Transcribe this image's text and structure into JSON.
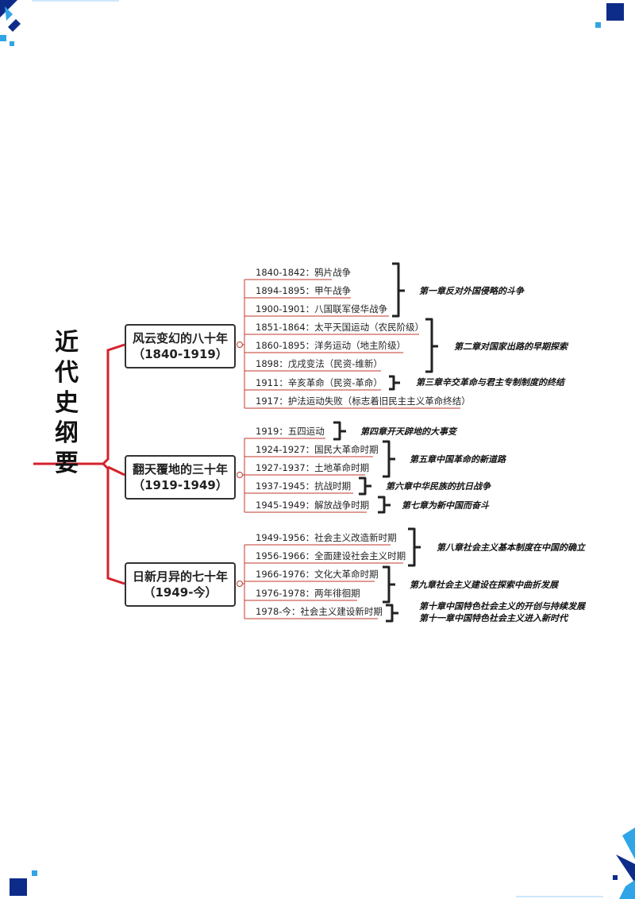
{
  "colors": {
    "accent": "#d6212b",
    "brand_dark": "#0d2c8a",
    "brand_light": "#2fa4e7"
  },
  "title": [
    "近",
    "代",
    "史",
    "纲",
    "要"
  ],
  "periods": [
    {
      "line1": "风云变幻的八十年",
      "line2": "（1840-1919）"
    },
    {
      "line1": "翻天覆地的三十年",
      "line2": "（1919-1949）"
    },
    {
      "line1": "日新月异的七十年",
      "line2": "（1949-今）"
    }
  ],
  "events": [
    "1840-1842：鸦片战争",
    "1894-1895：甲午战争",
    "1900-1901：八国联军侵华战争",
    "1851-1864：太平天国运动（农民阶级）",
    "1860-1895：洋务运动（地主阶级）",
    "1898：戊戌变法（民资-维新）",
    "1911：辛亥革命（民资-革命）",
    "1917：护法运动失败（标志着旧民主主义革命终结）",
    "1919：五四运动",
    "1924-1927：国民大革命时期",
    "1927-1937：土地革命时期",
    "1937-1945：抗战时期",
    "1945-1949：解放战争时期",
    "1949-1956：社会主义改造新时期",
    "1956-1966：全面建设社会主义时期",
    "1966-1976：文化大革命时期",
    "1976-1978：两年徘徊期",
    "1978-今：社会主义建设新时期"
  ],
  "chapters": [
    "第一章反对外国侵略的斗争",
    "第二章对国家出路的早期探索",
    "第三章辛交革命与君主专制制度的终结",
    "第四章开天辟地的大事变",
    "第五章中国革命的新道路",
    "第六章中华民族的抗日战争",
    "第七章为新中国而奋斗",
    "第八章社会主义基本制度在中国的确立",
    "第九章社会主义建设在探索中曲折发展",
    "第十章中国特色社会主义的开创与持续发展",
    "第十一章中国特色社会主义进入新时代"
  ]
}
